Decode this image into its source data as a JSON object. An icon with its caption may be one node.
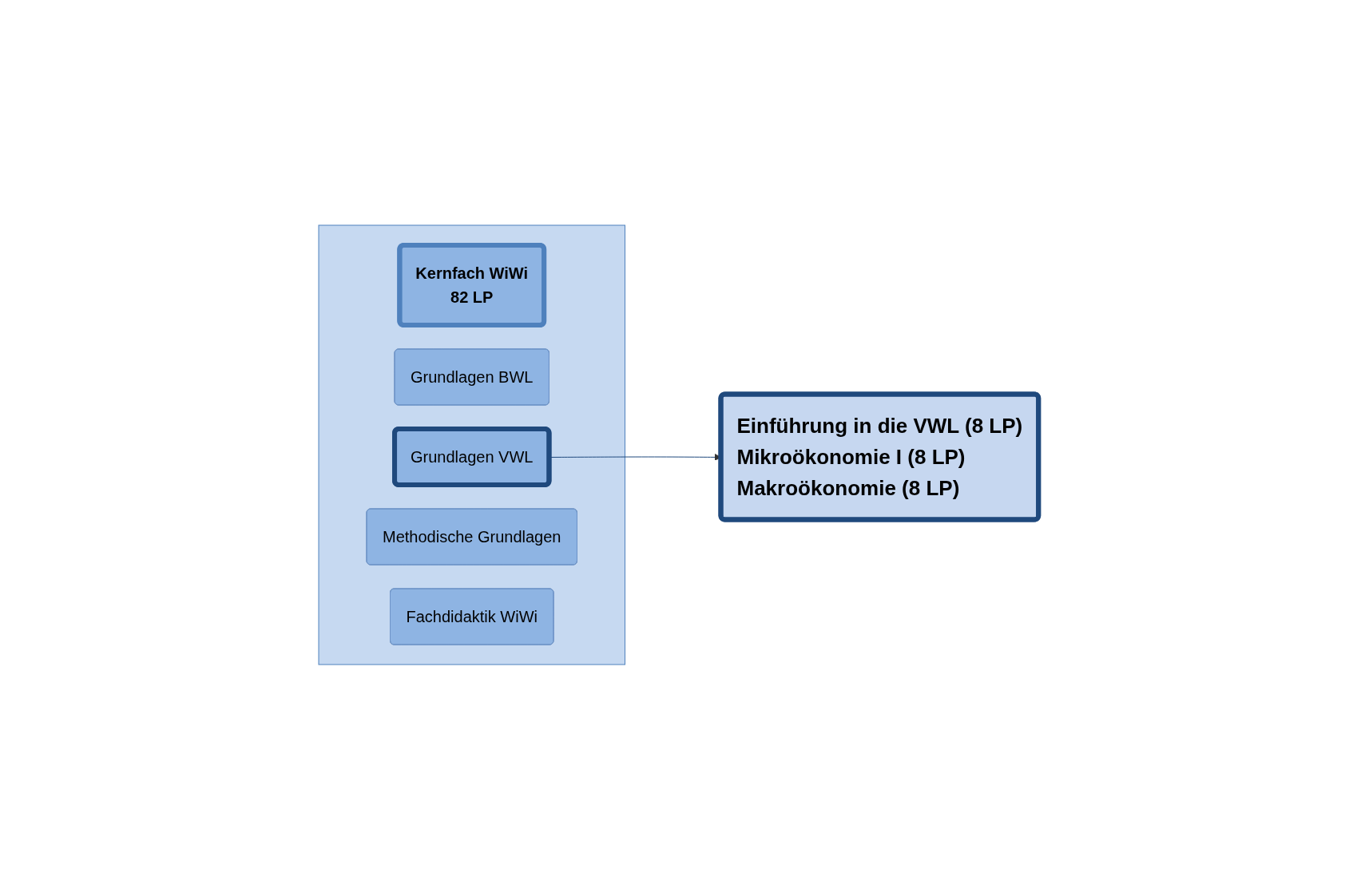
{
  "diagram": {
    "nodes": [
      {
        "text": [],
        "shape": "box"
      },
      {
        "text": [
          "Kernfach WiWi",
          "82 LP"
        ],
        "in": 0
      },
      {
        "text": [
          "Grundlagen BWL"
        ],
        "in": 0
      },
      {
        "text": [
          "Grundlagen VWL"
        ],
        "in": 0
      },
      {
        "text": [
          "Methodische Grundlagen"
        ],
        "in": 0
      },
      {
        "text": [
          "Fachdidaktik WiWi"
        ],
        "in": 0
      },
      {
        "text": [
          "Einführung in die VWL (8 LP)",
          "Mikroökonomie I (8 LP)",
          "Makroökonomie (8 LP)"
        ]
      }
    ],
    "edges": [
      {
        "from": 3,
        "to": 6,
        "arrow": "to"
      }
    ]
  }
}
